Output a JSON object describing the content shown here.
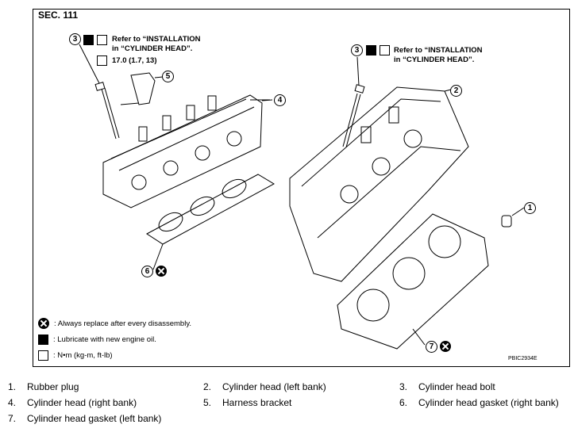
{
  "section": "SEC. 111",
  "notes": {
    "left_ref_line1": "Refer to “INSTALLATION",
    "left_ref_line2": "in “CYLINDER HEAD”.",
    "left_torque": "17.0 (1.7, 13)",
    "right_ref_line1": "Refer to “INSTALLATION",
    "right_ref_line2": "in “CYLINDER HEAD”."
  },
  "callouts": {
    "c1": "1",
    "c2": "2",
    "c3a": "3",
    "c3b": "3",
    "c4": "4",
    "c5": "5",
    "c6": "6",
    "c7": "7"
  },
  "legend": {
    "replace": ": Always replace after every disassembly.",
    "lubricate": ": Lubricate with new engine oil.",
    "torque": ": N•m (kg-m, ft-lb)"
  },
  "figure_code": "PBIC2934E",
  "parts": [
    {
      "num": "1.",
      "name": "Rubber plug"
    },
    {
      "num": "2.",
      "name": "Cylinder head (left bank)"
    },
    {
      "num": "3.",
      "name": "Cylinder head bolt"
    },
    {
      "num": "4.",
      "name": "Cylinder head (right bank)"
    },
    {
      "num": "5.",
      "name": "Harness bracket"
    },
    {
      "num": "6.",
      "name": "Cylinder head gasket (right bank)"
    },
    {
      "num": "7.",
      "name": "Cylinder head gasket (left bank)"
    }
  ],
  "icons": [
    "replace-icon",
    "lubricate-icon",
    "torque-wrench-icon"
  ]
}
